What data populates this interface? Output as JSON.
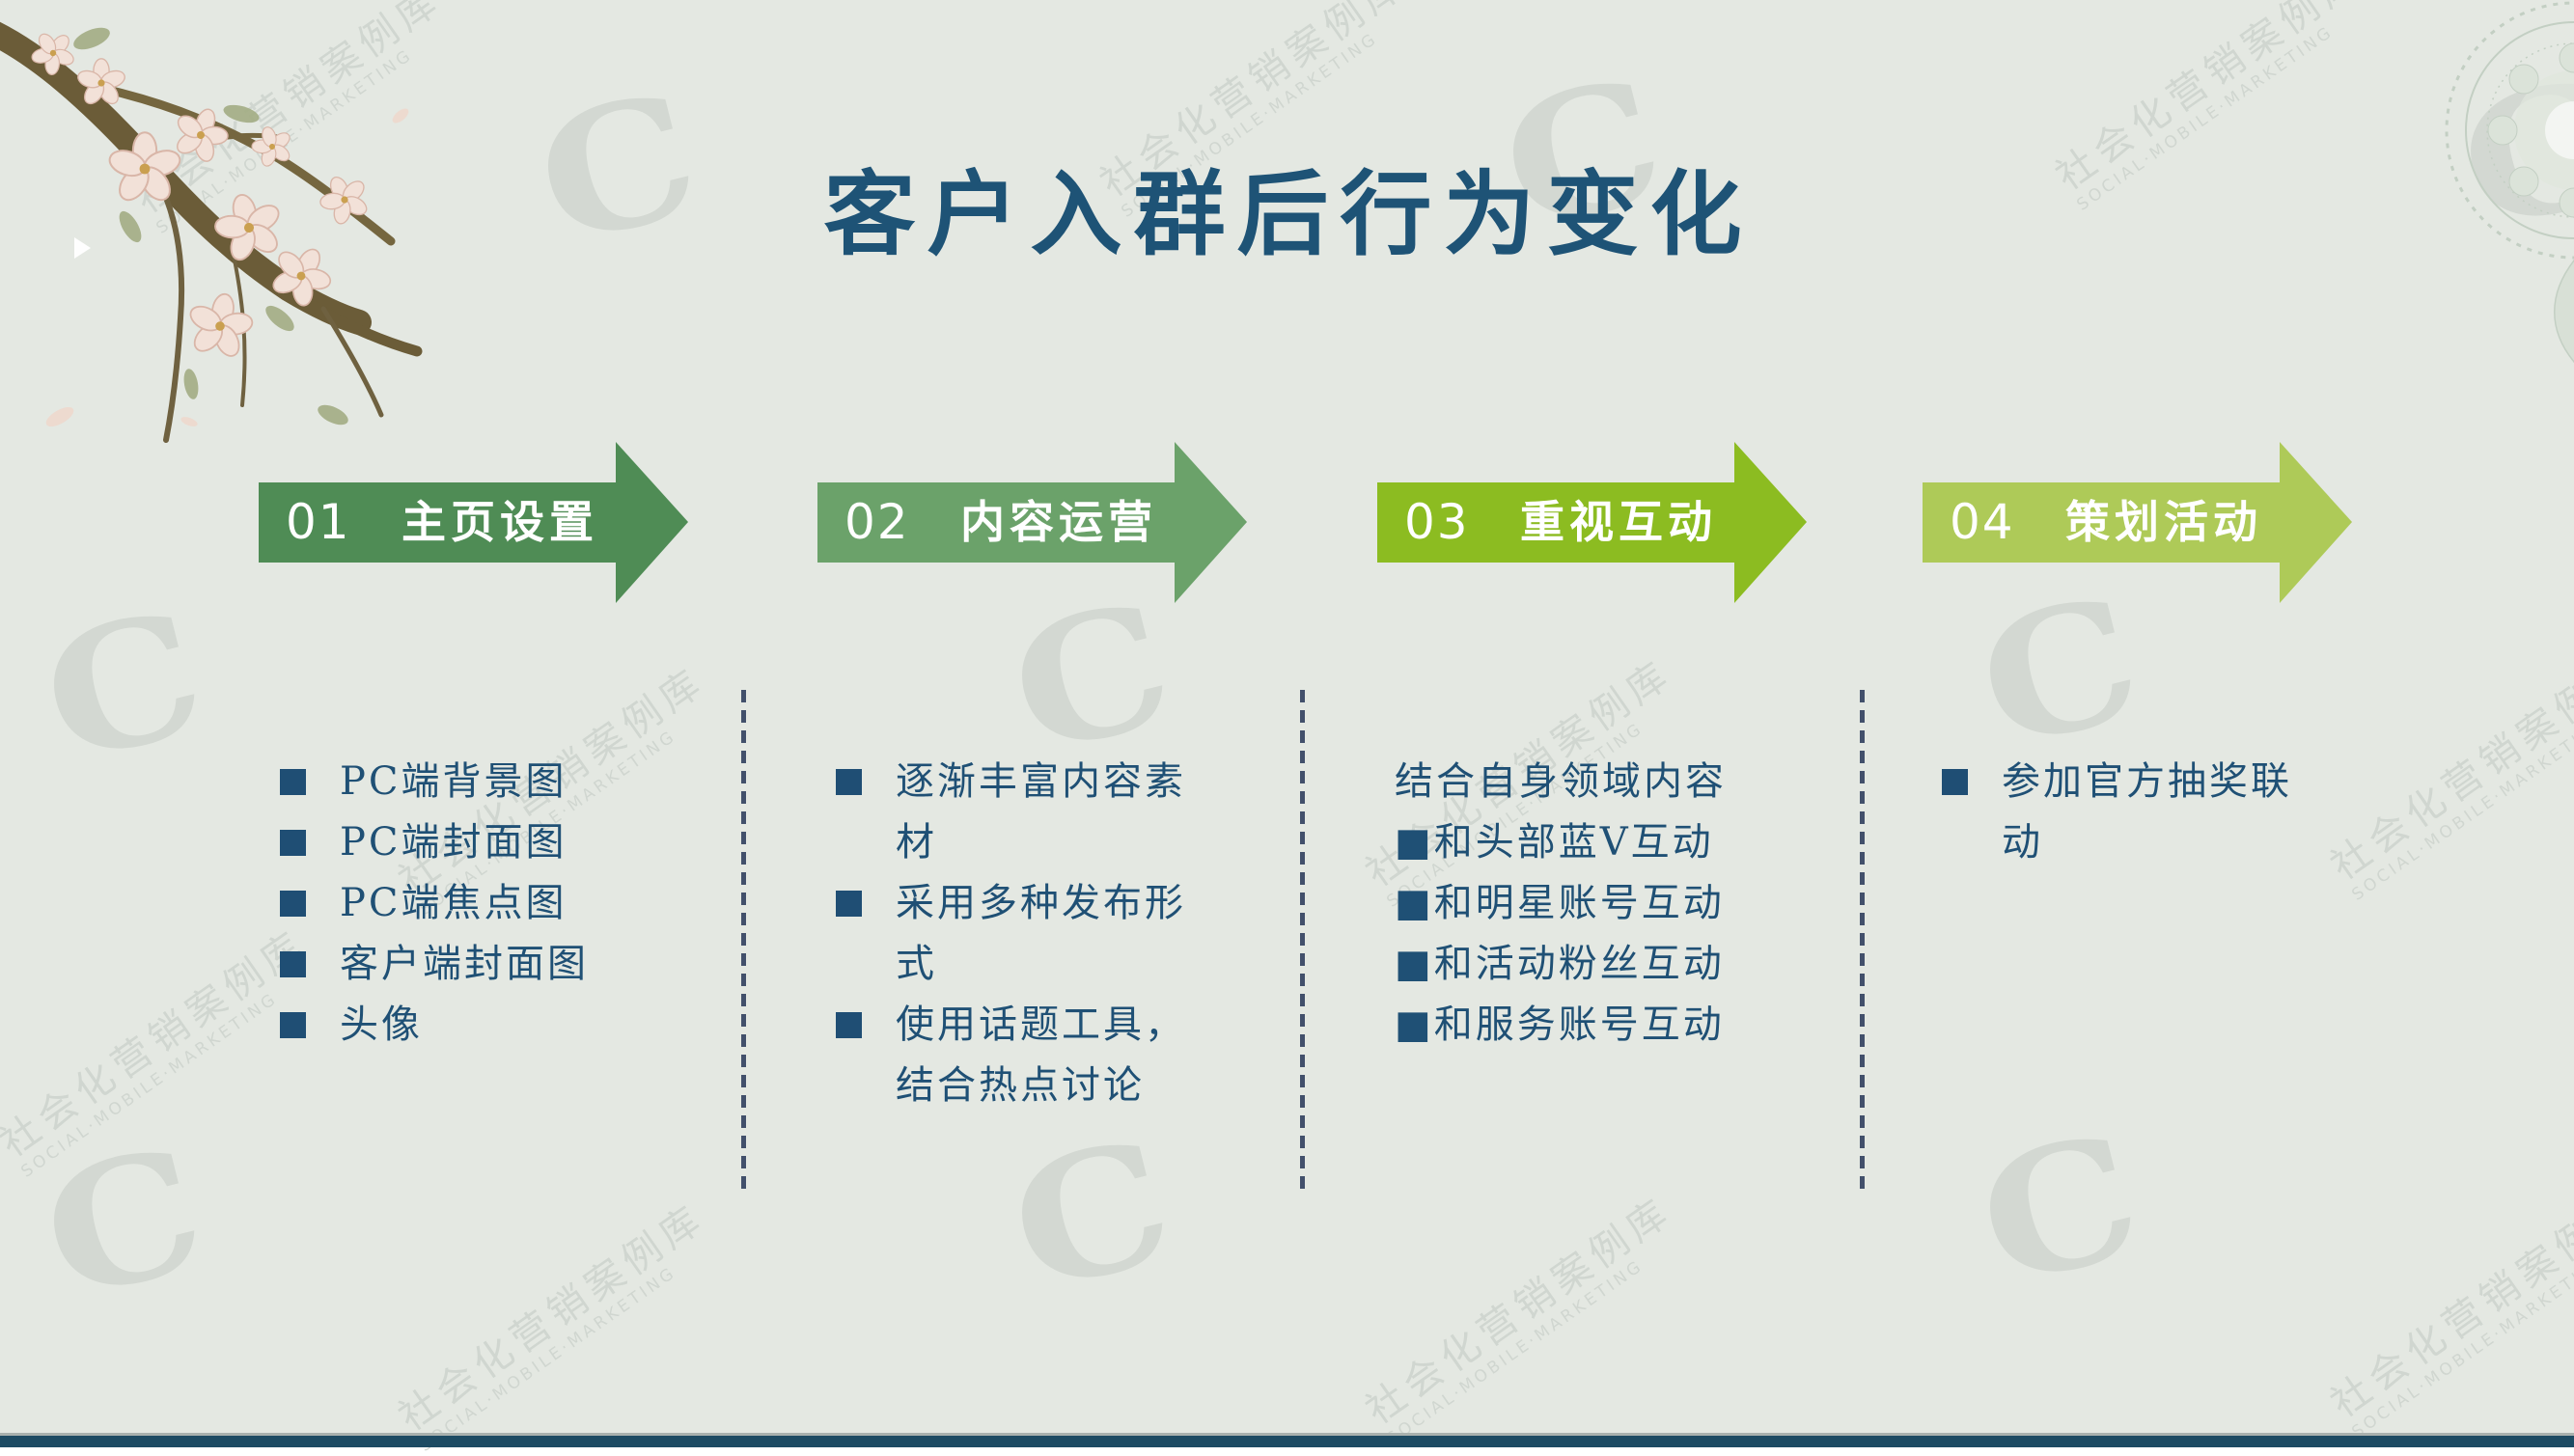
{
  "slide": {
    "title": "客户入群后行为变化"
  },
  "watermark": {
    "logo_letter": "C",
    "line1": "社会化营销案例库",
    "line2": "SOCIAL·MOBILE·MARKETING"
  },
  "colors": {
    "background": "#e4e8e2",
    "title_text": "#1e5376",
    "body_text": "#1f5075",
    "bullet_square": "#1f4e74",
    "divider": "#42506b",
    "footer_bar": "#1d4b63",
    "watermark": "#d3d8d2",
    "step1": "#4f8c55",
    "step2": "#6ba26a",
    "step3": "#8cbc21",
    "step4": "#aeca58"
  },
  "steps": [
    {
      "number": "01",
      "label": "主页设置",
      "color": "#4f8c55",
      "items": [
        {
          "text": "PC端背景图"
        },
        {
          "text": "PC端封面图"
        },
        {
          "text": "PC端焦点图"
        },
        {
          "text": "客户端封面图"
        },
        {
          "text": "头像"
        }
      ]
    },
    {
      "number": "02",
      "label": "内容运营",
      "color": "#6ba26a",
      "items": [
        {
          "text": "逐渐丰富内容素材"
        },
        {
          "text": "采用多种发布形式"
        },
        {
          "text": "使用话题工具，结合热点讨论"
        }
      ]
    },
    {
      "number": "03",
      "label": "重视互动",
      "color": "#8cbc21",
      "items": [
        {
          "text": "结合自身领域内容"
        },
        {
          "text": "■和头部蓝V互动"
        },
        {
          "text": "■和明星账号互动"
        },
        {
          "text": "■和活动粉丝互动"
        },
        {
          "text": "■和服务账号互动"
        }
      ]
    },
    {
      "number": "04",
      "label": "策划活动",
      "color": "#aeca58",
      "items": [
        {
          "text": "参加官方抽奖联动"
        }
      ]
    }
  ]
}
